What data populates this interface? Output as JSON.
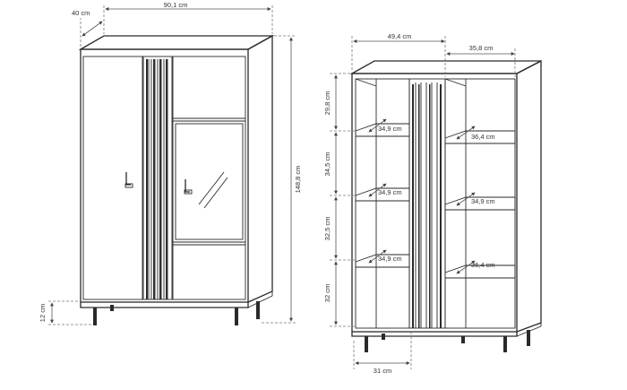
{
  "front_view": {
    "depth_label": "40 cm",
    "width_label": "90,1 cm",
    "height_label": "148,8 cm",
    "leg_height_label": "12 cm"
  },
  "shelf_view": {
    "left_width_label": "49,4 cm",
    "right_width_label": "35,8 cm",
    "bottom_width_label": "31 cm",
    "section_heights": [
      "29,8 cm",
      "34,5 cm",
      "32,5 cm",
      "32 cm"
    ],
    "left_shelf_depths": [
      "34,9 cm",
      "34,9 cm",
      "34,9 cm"
    ],
    "right_shelf_depths": [
      "36,4 cm",
      "34,9 cm",
      "36,4 cm"
    ]
  }
}
